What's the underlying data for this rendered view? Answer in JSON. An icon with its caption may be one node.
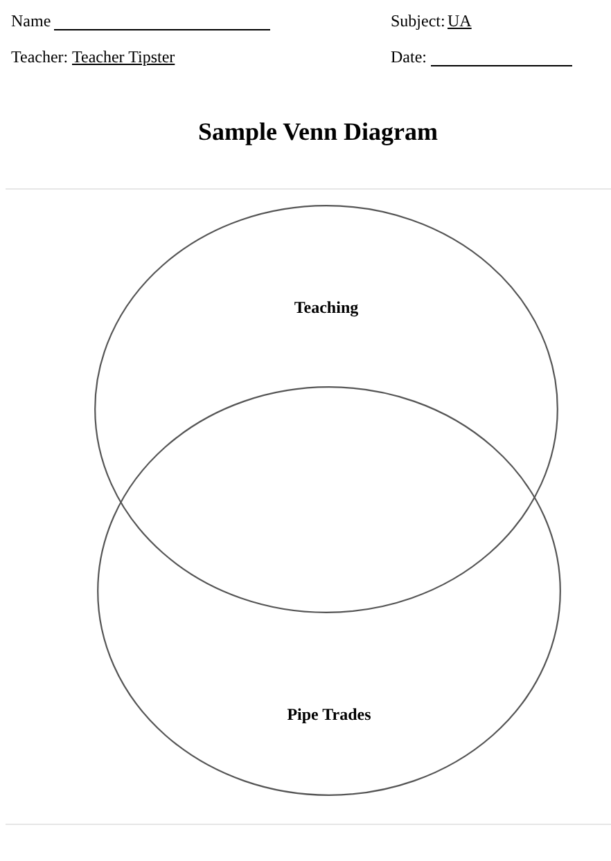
{
  "diagram": {
    "title": "Sample Venn Diagram",
    "nodes": [
      {
        "text": [
          "Teaching"
        ]
      },
      {
        "text": [
          "Pipe Trades"
        ]
      }
    ],
    "labels": [
      "Name",
      "Subject:",
      "UA",
      "Teacher:",
      "Teacher Tipster",
      "Date:"
    ]
  }
}
